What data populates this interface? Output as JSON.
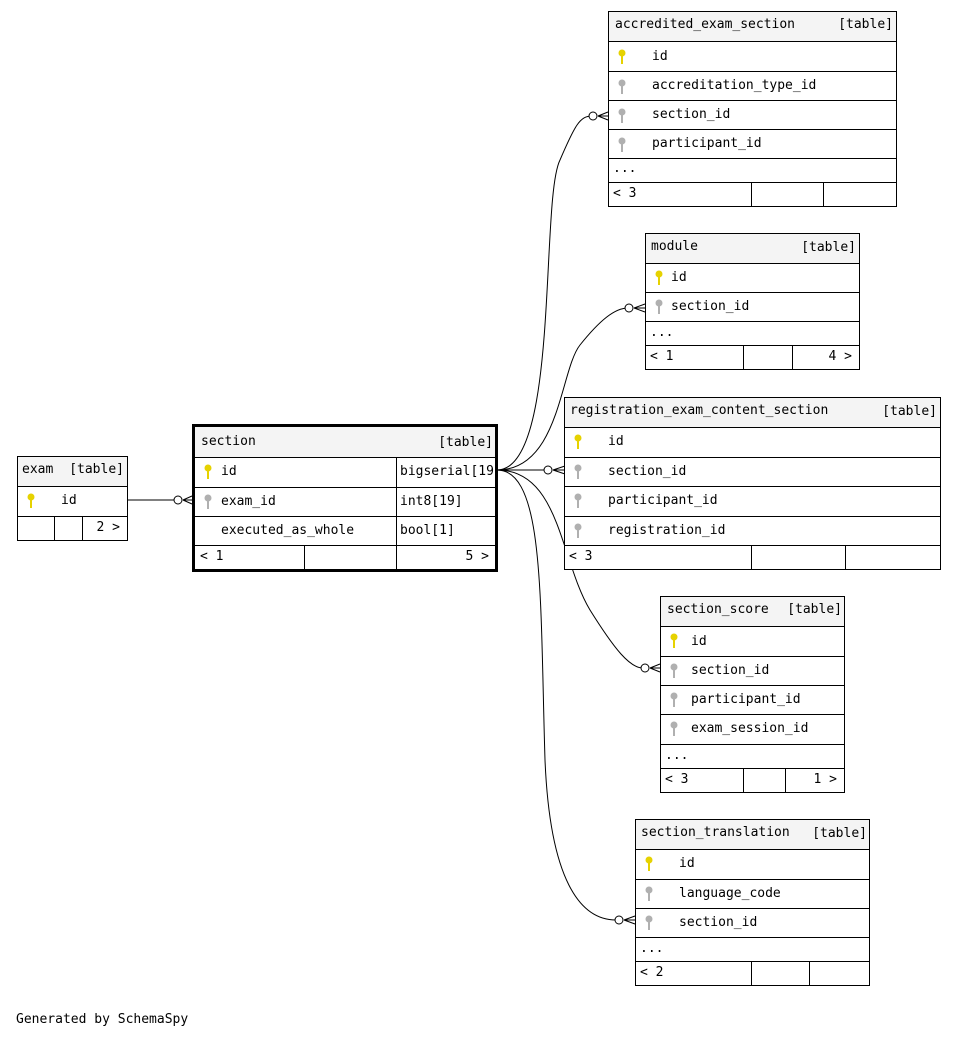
{
  "tables": {
    "accredited_exam_section": {
      "name": "accredited_exam_section",
      "kind": "[table]",
      "columns": [
        "id",
        "accreditation_type_id",
        "section_id",
        "participant_id"
      ],
      "more": "...",
      "footer": {
        "left": "< 3",
        "right": ""
      }
    },
    "module": {
      "name": "module",
      "kind": "[table]",
      "columns": [
        "id",
        "section_id"
      ],
      "more": "...",
      "footer": {
        "left": "< 1",
        "right": "4 >"
      }
    },
    "registration_exam_content_section": {
      "name": "registration_exam_content_section",
      "kind": "[table]",
      "columns": [
        "id",
        "section_id",
        "participant_id",
        "registration_id"
      ],
      "footer": {
        "left": "< 3",
        "right": ""
      }
    },
    "exam": {
      "name": "exam",
      "kind": "[table]",
      "columns": [
        "id"
      ],
      "footer": {
        "left": "",
        "right": "2 >"
      }
    },
    "section": {
      "name": "section",
      "kind": "[table]",
      "columns": [
        {
          "name": "id",
          "type": "bigserial[19"
        },
        {
          "name": "exam_id",
          "type": "int8[19]"
        },
        {
          "name": "executed_as_whole",
          "type": "bool[1]"
        }
      ],
      "footer": {
        "left": "< 1",
        "right": "5 >"
      }
    },
    "section_score": {
      "name": "section_score",
      "kind": "[table]",
      "columns": [
        "id",
        "section_id",
        "participant_id",
        "exam_session_id"
      ],
      "more": "...",
      "footer": {
        "left": "< 3",
        "right": "1 >"
      }
    },
    "section_translation": {
      "name": "section_translation",
      "kind": "[table]",
      "columns": [
        "id",
        "language_code",
        "section_id"
      ],
      "more": "...",
      "footer": {
        "left": "< 2",
        "right": ""
      }
    }
  },
  "footer_note": "Generated by SchemaSpy",
  "colors": {
    "primary_key": "#e6d200",
    "foreign_key": "#b0b0b0",
    "header_bg": "#f4f4f4"
  }
}
